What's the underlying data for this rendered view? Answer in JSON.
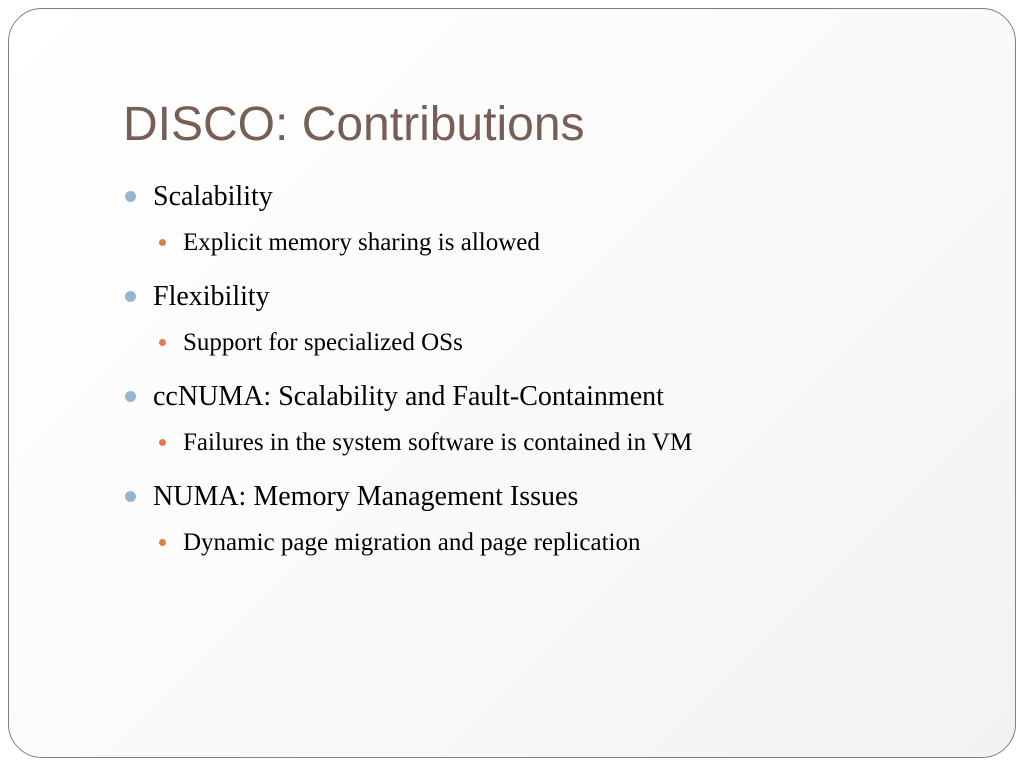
{
  "slide": {
    "title": "DISCO: Contributions",
    "items": [
      {
        "label": "Scalability",
        "sub": "Explicit memory sharing is allowed"
      },
      {
        "label": "Flexibility",
        "sub": "Support for specialized OSs"
      },
      {
        "label": "ccNUMA: Scalability and Fault-Containment",
        "sub": "Failures in the system software is contained in VM"
      },
      {
        "label": "NUMA: Memory Management Issues",
        "sub": "Dynamic page migration and page replication"
      }
    ]
  },
  "colors": {
    "title": "#775f55",
    "bullet_level1": "#94b6d2",
    "bullet_level2": "#dd8047",
    "border": "#7f7f7f"
  }
}
